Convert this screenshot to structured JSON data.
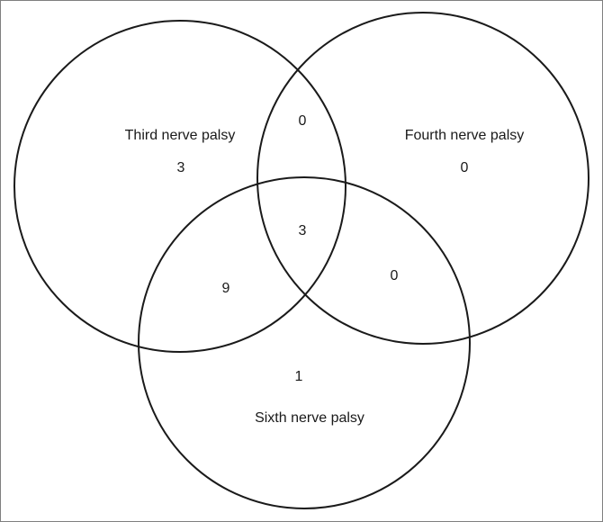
{
  "diagram": {
    "type": "venn",
    "sets": [
      {
        "key": "third",
        "label": "Third nerve palsy"
      },
      {
        "key": "fourth",
        "label": "Fourth nerve palsy"
      },
      {
        "key": "sixth",
        "label": "Sixth nerve palsy"
      }
    ],
    "regions": {
      "third_only": "3",
      "fourth_only": "0",
      "sixth_only": "1",
      "third_fourth": "0",
      "fourth_sixth": "0",
      "third_sixth": "9",
      "all_three": "3"
    }
  }
}
